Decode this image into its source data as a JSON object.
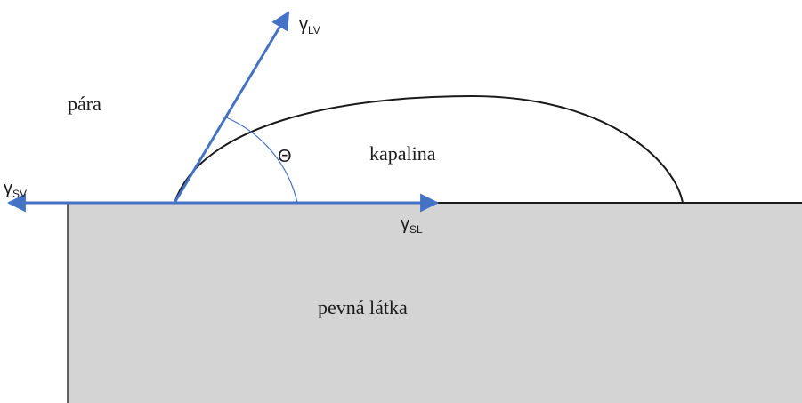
{
  "labels": {
    "vapor": "pára",
    "liquid": "kapalina",
    "solid": "pevná látka",
    "angle": "Θ"
  },
  "vectors": {
    "lv": {
      "symbol": "γ",
      "subscript": "LV"
    },
    "sv": {
      "symbol": "γ",
      "subscript": "SV"
    },
    "sl": {
      "symbol": "γ",
      "subscript": "SL"
    }
  },
  "colors": {
    "arrow": "#4472c4",
    "solid_fill": "#d4d4d4",
    "outline": "#1a1a1a",
    "angle_arc": "#4472c4"
  }
}
